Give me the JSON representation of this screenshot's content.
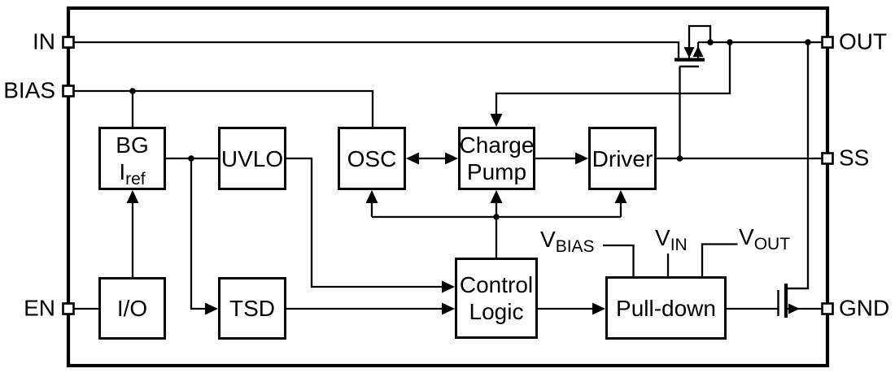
{
  "diagram": {
    "pins": {
      "in": "IN",
      "bias": "BIAS",
      "en": "EN",
      "out": "OUT",
      "ss": "SS",
      "gnd": "GND"
    },
    "blocks": {
      "bg": {
        "line1": "BG",
        "iref_main": "I",
        "iref_sub": "ref"
      },
      "uvlo": "UVLO",
      "osc": "OSC",
      "charge_pump": {
        "line1": "Charge",
        "line2": "Pump"
      },
      "driver": "Driver",
      "io": "I/O",
      "tsd": "TSD",
      "control_logic": {
        "line1": "Control",
        "line2": "Logic"
      },
      "pull_down": "Pull-down"
    },
    "signal_labels": {
      "vbias": {
        "main": "V",
        "sub": "BIAS"
      },
      "vin": {
        "main": "V",
        "sub": "IN"
      },
      "vout": {
        "main": "V",
        "sub": "OUT"
      }
    },
    "colors": {
      "line": "#000000",
      "background": "#ffffff"
    }
  }
}
